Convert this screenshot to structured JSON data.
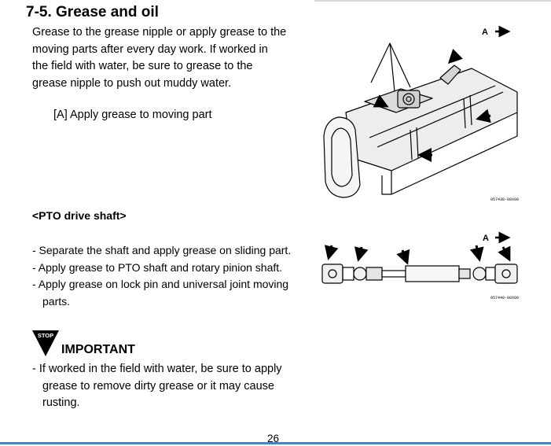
{
  "section": {
    "title": "7-5. Grease and oil",
    "intro_lines": [
      "Grease to the grease nipple or apply grease to the",
      "moving parts after every day work.   If worked in",
      "the field with water, be sure to grease to the",
      "grease nipple to push out muddy water."
    ],
    "caption": "[A] Apply grease to moving part"
  },
  "pto": {
    "heading": "<PTO drive shaft>",
    "bullets": [
      "- Separate the shaft and apply grease on sliding part.",
      "- Apply grease to PTO shaft and rotary pinion shaft.",
      "- Apply grease on lock pin and universal joint moving",
      "parts."
    ]
  },
  "important": {
    "icon_label": "STOP",
    "title": "IMPORTANT",
    "lines": [
      "- If worked in the field with water, be sure to apply",
      "grease to remove dirty grease or it may cause",
      "rusting."
    ]
  },
  "figures": {
    "fig1": {
      "label": "A",
      "code": "057438-00X00",
      "icon": "rotary-tiller-drawing"
    },
    "fig2": {
      "label": "A",
      "code": "057440-00X00",
      "icon": "pto-drive-shaft-drawing"
    }
  },
  "footer": {
    "page_number": "26"
  },
  "colors": {
    "footer_rule": "#4e83be",
    "text": "#000000"
  }
}
